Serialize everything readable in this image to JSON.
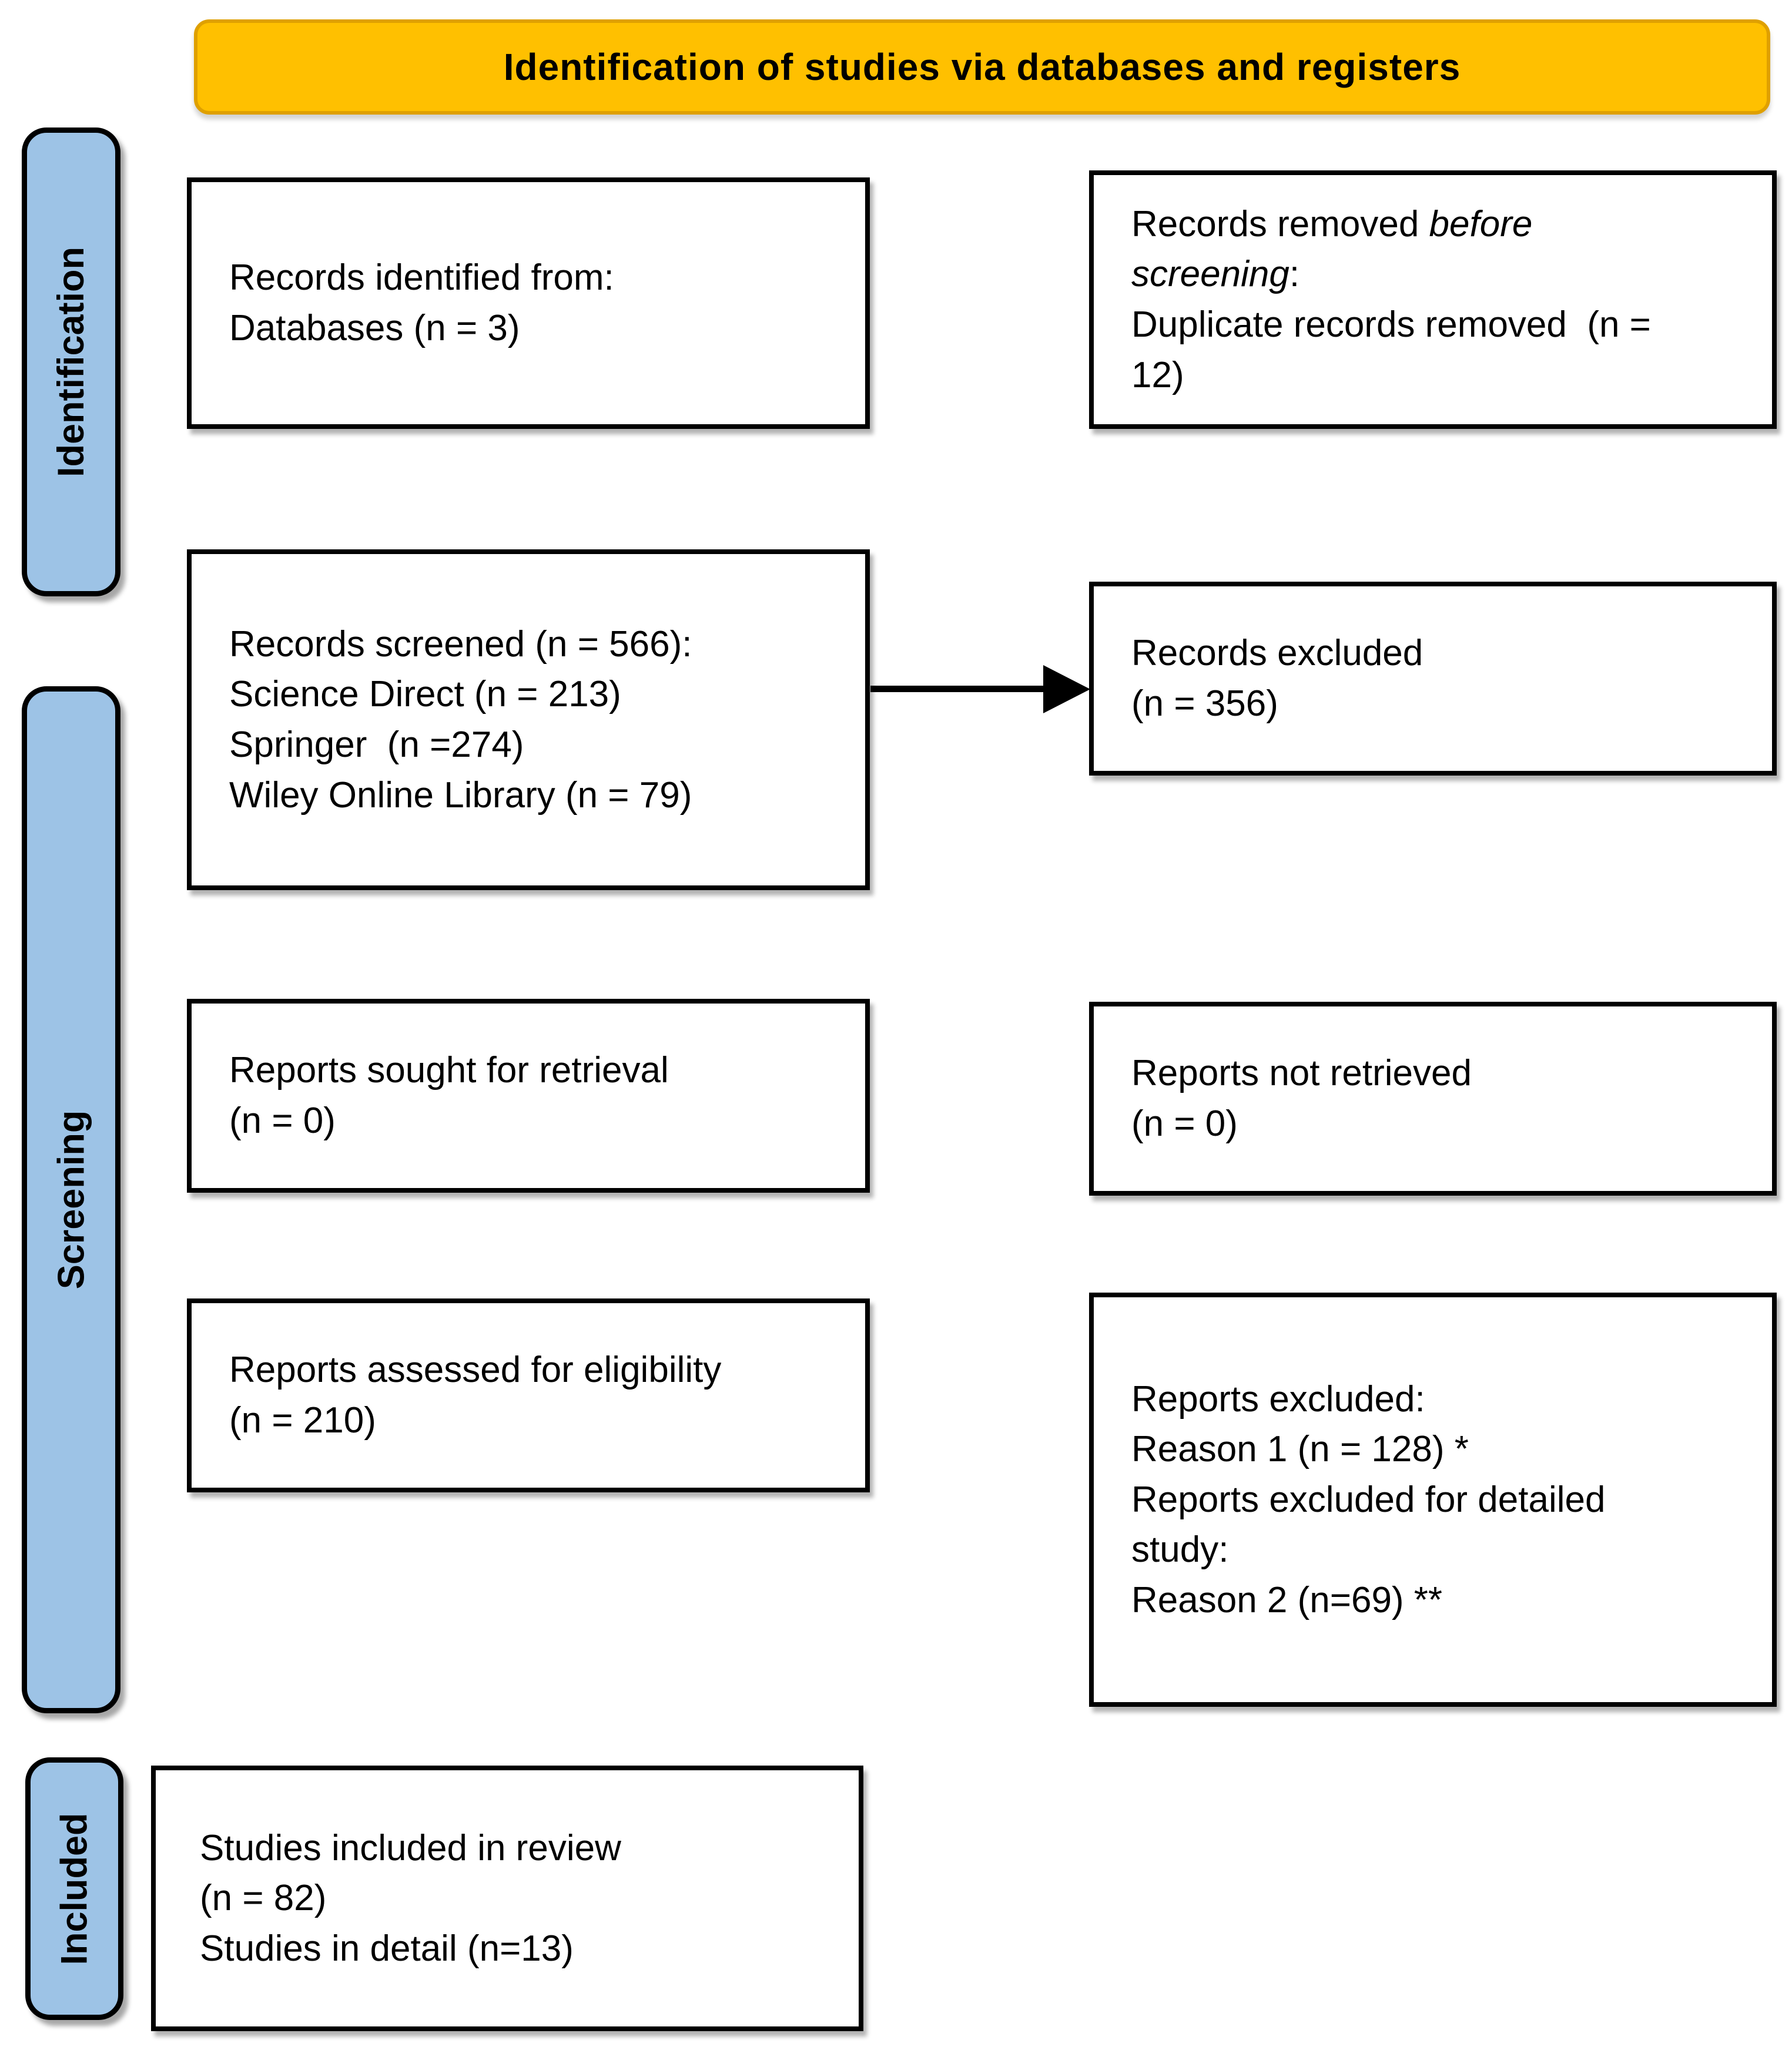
{
  "banner": {
    "title": "Identification of studies via databases and registers"
  },
  "stages": [
    {
      "label": "Identification"
    },
    {
      "label": "Screening"
    },
    {
      "label": "Included"
    }
  ],
  "boxes": {
    "records_identified": {
      "lines": [
        "Records identified from:",
        "Databases (n = 3)"
      ]
    },
    "records_removed": {
      "prefix": "Records removed ",
      "italic": "before screening",
      "suffix": ":",
      "line2": "Duplicate records removed  (n = 12)"
    },
    "records_screened": {
      "lines": [
        "Records screened (n = 566):",
        "Science Direct (n = 213)",
        "Springer  (n =274)",
        "Wiley Online Library (n = 79)"
      ]
    },
    "records_excluded": {
      "lines": [
        "Records excluded",
        "(n = 356)"
      ]
    },
    "reports_sought": {
      "lines": [
        "Reports sought for retrieval",
        "(n = 0)"
      ]
    },
    "reports_not_retrieved": {
      "lines": [
        "Reports not retrieved",
        "(n = 0)"
      ]
    },
    "reports_assessed": {
      "lines": [
        "Reports assessed for eligibility",
        "(n = 210)"
      ]
    },
    "reports_excluded": {
      "lines": [
        "Reports excluded:",
        "Reason 1 (n = 128) *",
        "Reports excluded for detailed study:",
        "Reason 2 (n=69) **"
      ]
    },
    "studies_included": {
      "lines": [
        "Studies included in review",
        "(n = 82)",
        "Studies in detail (n=13)"
      ]
    }
  },
  "colors": {
    "banner_bg": "#FFC000",
    "banner_border": "#DFA000",
    "stage_bg": "#9DC3E6",
    "stroke": "#000000",
    "box_bg": "#FFFFFF"
  }
}
